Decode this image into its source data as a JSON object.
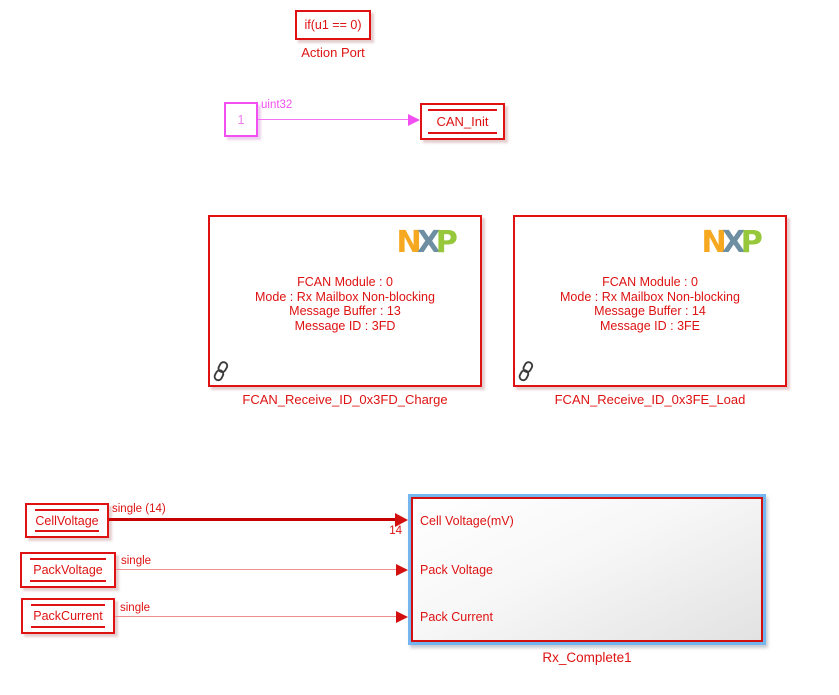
{
  "diagram": {
    "action_port": {
      "expression": "if(u1 == 0)",
      "label": "Action Port"
    },
    "constant": {
      "value": "1"
    },
    "init_signal": {
      "type_label": "uint32"
    },
    "can_init": {
      "label": "CAN_Init"
    },
    "nxp_logo_letters": [
      "N",
      "X",
      "P"
    ],
    "fcan_blocks": [
      {
        "lines": [
          "FCAN Module : 0",
          "Mode : Rx Mailbox Non-blocking",
          "Message Buffer : 13",
          "Message ID : 3FD"
        ],
        "label": "FCAN_Receive_ID_0x3FD_Charge"
      },
      {
        "lines": [
          "FCAN Module : 0",
          "Mode : Rx Mailbox Non-blocking",
          "Message Buffer : 14",
          "Message ID : 3FE"
        ],
        "label": "FCAN_Receive_ID_0x3FE_Load"
      }
    ],
    "sources": [
      {
        "name": "CellVoltage",
        "signal_label": "single (14)"
      },
      {
        "name": "PackVoltage",
        "signal_label": "single"
      },
      {
        "name": "PackCurrent",
        "signal_label": "single"
      }
    ],
    "cell_signal_width": "14",
    "rx_block": {
      "ports": [
        "Cell Voltage(mV)",
        "Pack Voltage",
        "Pack Current"
      ],
      "label": "Rx_Complete1"
    },
    "colors": {
      "block_red": "#de1212",
      "magenta": "#f24ff2",
      "light_signal_red": "#ef8f8f",
      "thick_signal_red": "#c40000",
      "selection_blue": "#74b6f0",
      "nxp_orange": "#f6a820",
      "nxp_slate": "#6e8ea2",
      "nxp_green": "#97c83c",
      "link_icon_gray": "#3b3b3b"
    }
  }
}
